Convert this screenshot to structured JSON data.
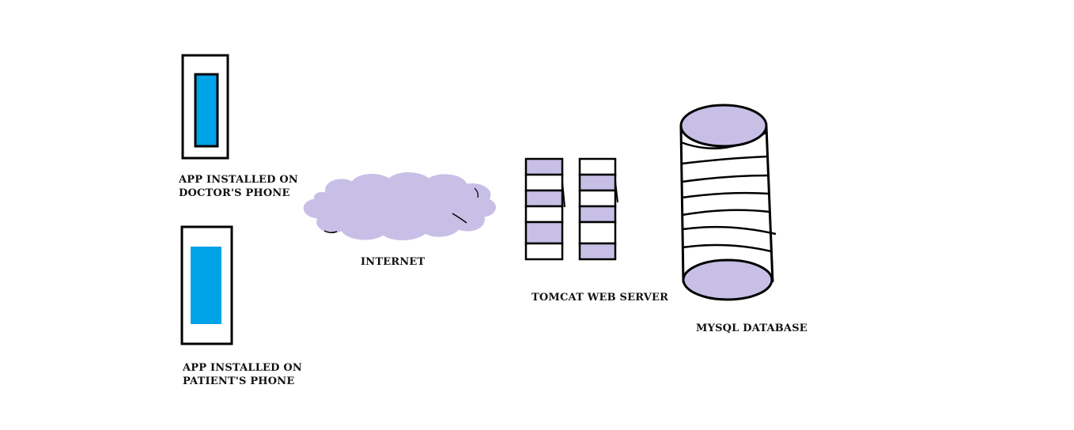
{
  "colors": {
    "screen": "#00a2e8",
    "shape_fill": "#c8bfe7",
    "outline": "#000000",
    "background": "#ffffff"
  },
  "nodes": {
    "doctor_phone": {
      "icon": "phone-icon",
      "label_line1": "APP INSTALLED ON",
      "label_line2": "DOCTOR'S PHONE"
    },
    "patient_phone": {
      "icon": "phone-icon",
      "label_line1": "APP INSTALLED ON",
      "label_line2": "PATIENT'S PHONE"
    },
    "internet": {
      "icon": "cloud-icon",
      "label": "INTERNET"
    },
    "web_server": {
      "icon": "server-rack-icon",
      "label": "TOMCAT WEB SERVER"
    },
    "database": {
      "icon": "database-cylinder-icon",
      "label": "MYSQL DATABASE"
    }
  }
}
